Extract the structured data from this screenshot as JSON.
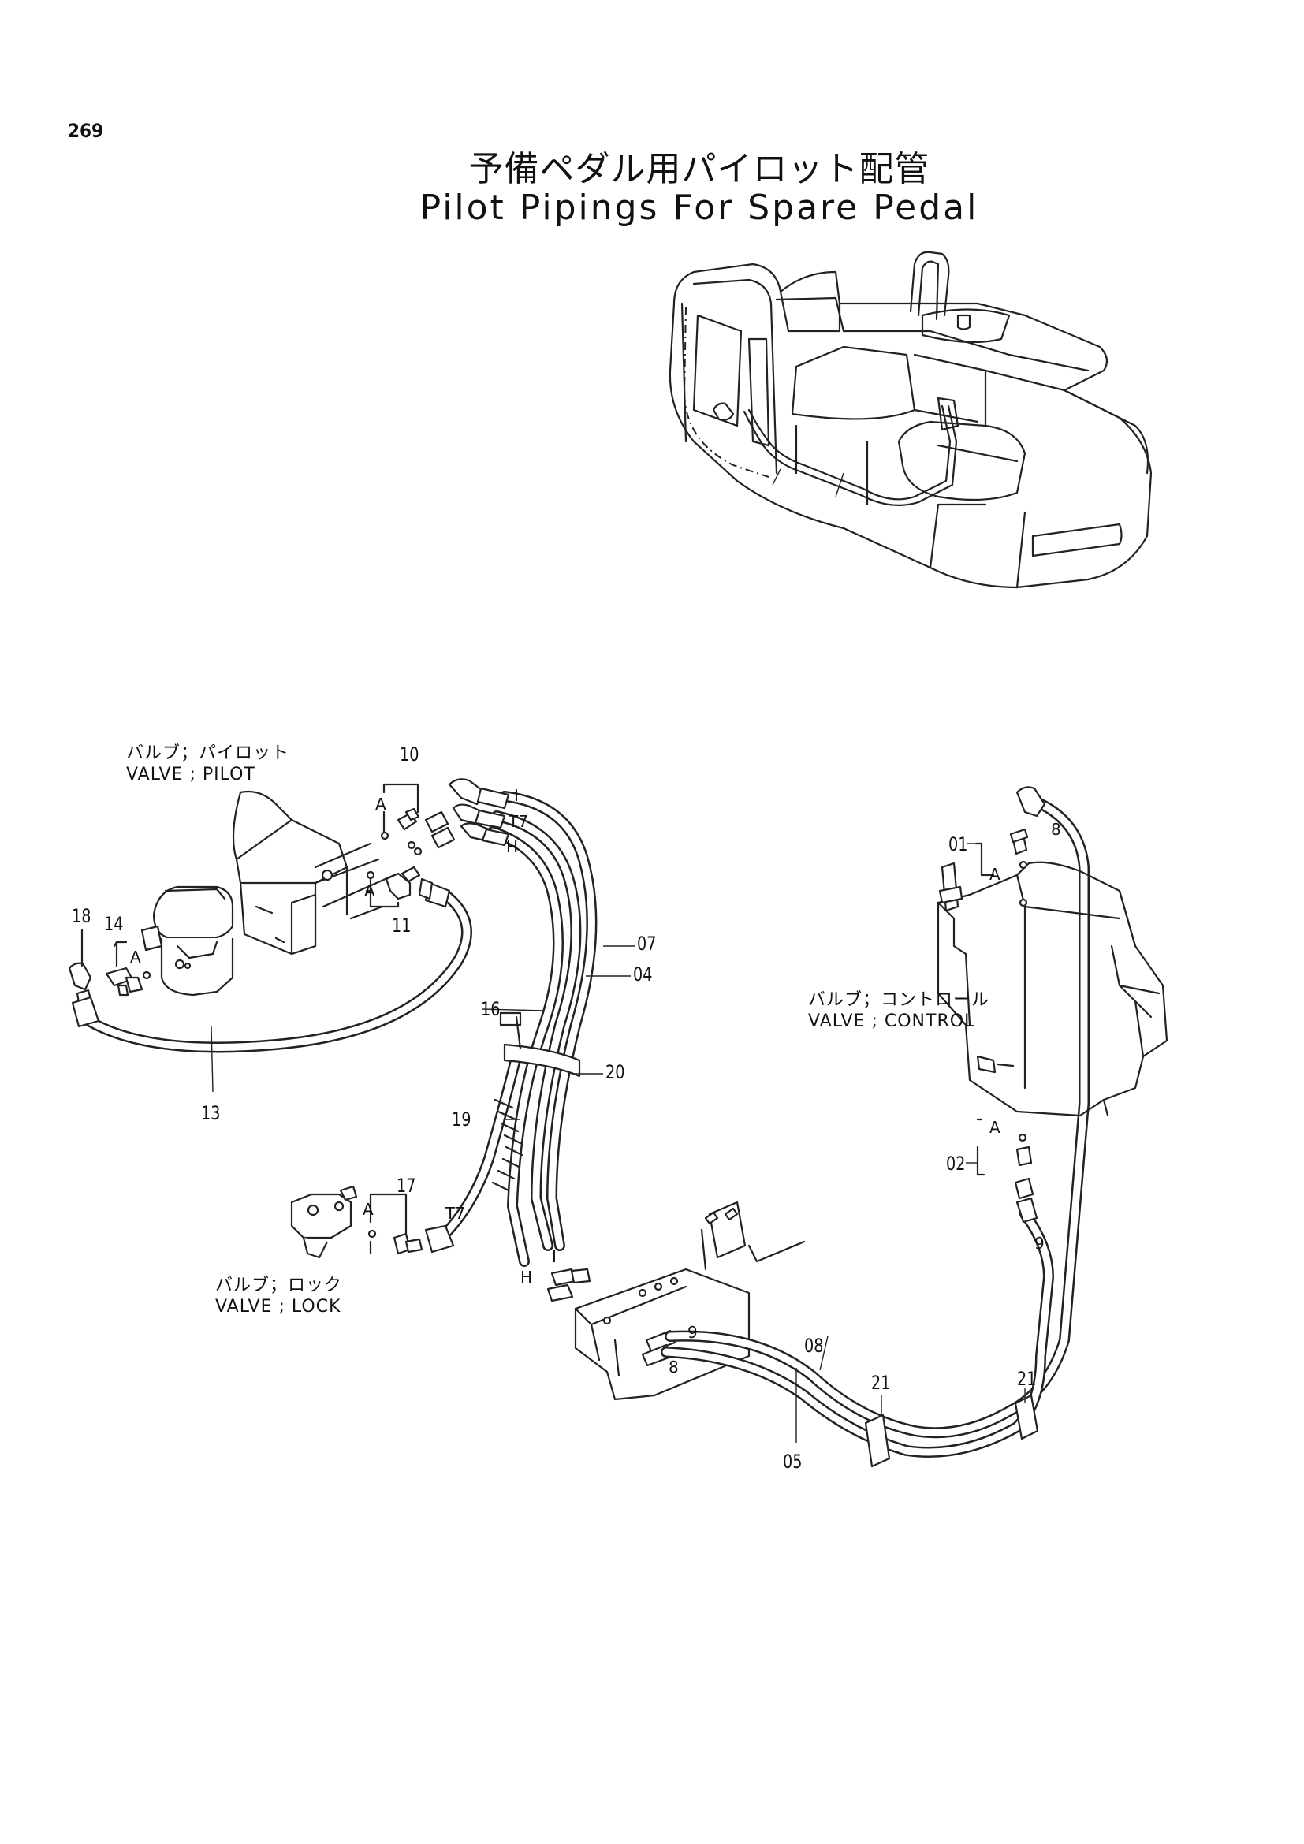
{
  "page_number": "269",
  "title": {
    "japanese": "予備ペダル用パイロット配管",
    "english": "Pilot Pipings For Spare Pedal"
  },
  "valves": {
    "pilot": {
      "ja": "バルブ；パイロット",
      "en": "VALVE ; PILOT"
    },
    "control": {
      "ja": "バルブ；コントロール",
      "en": "VALVE ; CONTROL"
    },
    "lock": {
      "ja": "バルブ；ロック",
      "en": "VALVE ; LOCK"
    }
  },
  "part_numbers": {
    "p01": "01",
    "p02": "02",
    "p04": "04",
    "p05": "05",
    "p07": "07",
    "p08": "08",
    "p10": "10",
    "p11": "11",
    "p13": "13",
    "p14": "14",
    "p16": "16",
    "p17": "17",
    "p18": "18",
    "p19": "19",
    "p20": "20",
    "p21a": "21",
    "p21b": "21"
  },
  "port_labels": {
    "a1": "A",
    "a2": "A",
    "a3": "A",
    "a4": "A",
    "a5": "A",
    "a6": "A",
    "i1": "I",
    "i2": "I",
    "t7a": "T7",
    "t7b": "T7",
    "h1": "H",
    "h2": "H",
    "n8a": "8",
    "n8b": "8",
    "n9a": "9",
    "n9b": "9"
  }
}
